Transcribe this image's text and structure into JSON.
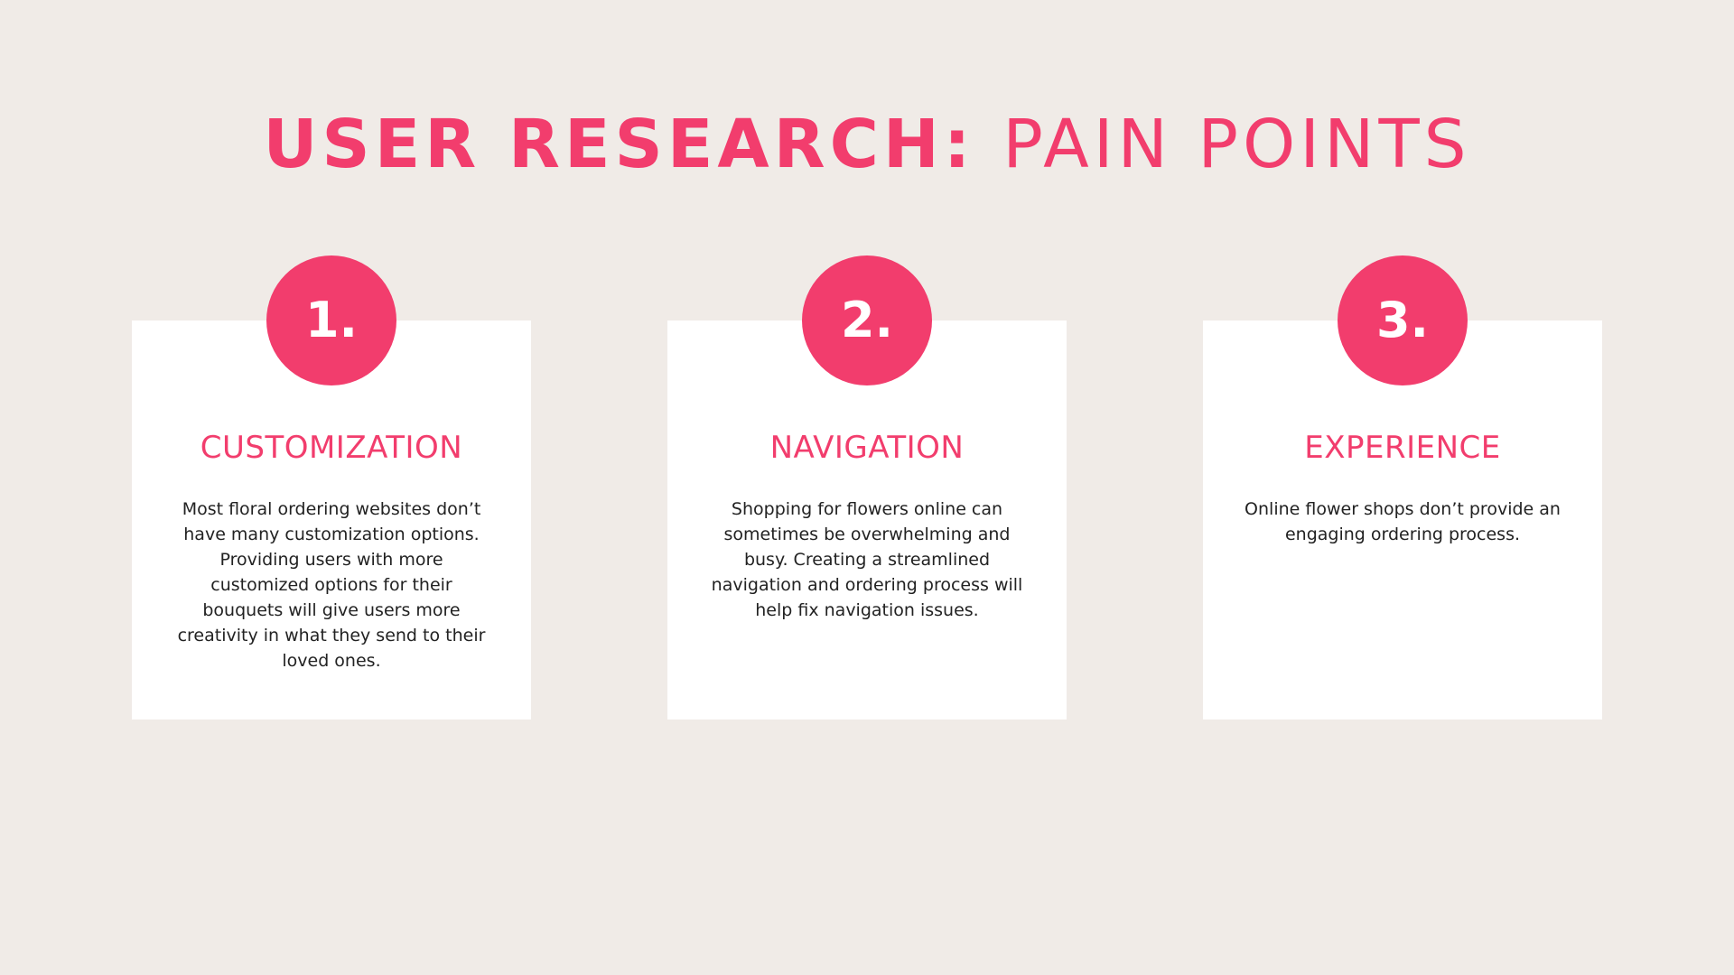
{
  "title": {
    "bold": "USER RESEARCH:",
    "light": "PAIN POINTS"
  },
  "cards": [
    {
      "number": "1.",
      "heading": "CUSTOMIZATION",
      "body": "Most floral ordering websites don’t have many customization options. Providing users with more customized options for their bouquets will give users more creativity in what they send to their loved ones."
    },
    {
      "number": "2.",
      "heading": "NAVIGATION",
      "body": "Shopping for flowers online can sometimes be overwhelming and busy. Creating a streamlined navigation and ordering process will help fix navigation issues."
    },
    {
      "number": "3.",
      "heading": "EXPERIENCE",
      "body": "Online flower shops don’t provide an engaging ordering process."
    }
  ],
  "colors": {
    "background": "#f0ebe7",
    "accent": "#f23d6d",
    "card": "#ffffff",
    "text": "#222222"
  }
}
